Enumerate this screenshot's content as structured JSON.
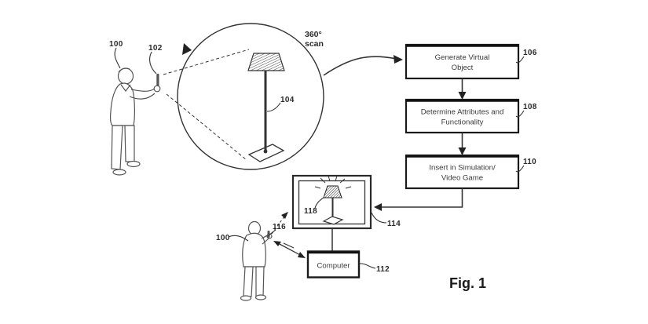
{
  "figure_caption": "Fig. 1",
  "scan": {
    "line1": "360°",
    "line2": "scan"
  },
  "refs": {
    "person1": "100",
    "scanner": "102",
    "lamp": "104",
    "generate": "106",
    "attributes": "108",
    "insert": "110",
    "computer": "112",
    "display": "114",
    "controller": "116",
    "virtual_object": "118",
    "person2": "100"
  },
  "flowchart": {
    "generate": {
      "line1": "Generate Virtual",
      "line2": "Object"
    },
    "attributes": {
      "line1": "Determine Attributes and",
      "line2": "Functionality"
    },
    "insert": {
      "line1": "Insert in Simulation/",
      "line2": "Video Game"
    }
  },
  "computer": {
    "label": "Computer"
  },
  "colors": {
    "line": "#333333",
    "background": "#ffffff"
  }
}
